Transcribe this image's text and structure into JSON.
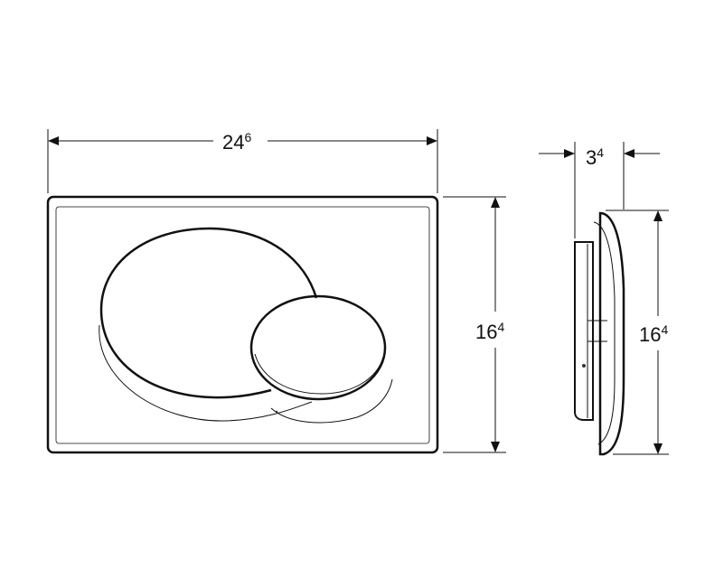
{
  "front_view": {
    "width_dimension": {
      "main": "24",
      "sup": "6"
    },
    "height_dimension": {
      "main": "16",
      "sup": "4"
    }
  },
  "side_view": {
    "depth_dimension": {
      "main": "3",
      "sup": "4"
    },
    "height_dimension": {
      "main": "16",
      "sup": "4"
    }
  }
}
